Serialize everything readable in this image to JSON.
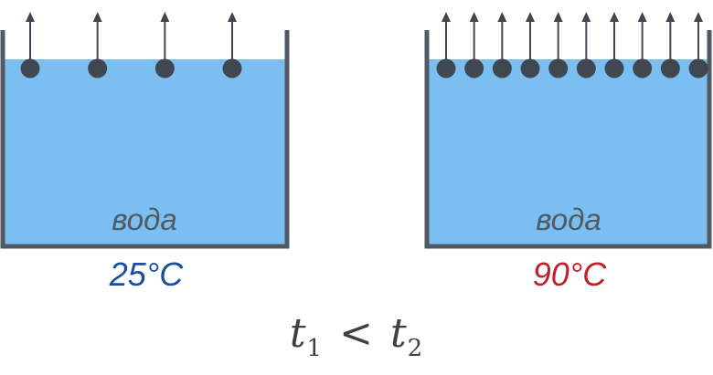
{
  "containers": [
    {
      "id": "left",
      "liquid_label": "вода",
      "temperature": "25°C",
      "temperature_color": "#1a4fa0",
      "molecule_count": 4,
      "arrow_count": 4
    },
    {
      "id": "right",
      "liquid_label": "вода",
      "temperature": "90°C",
      "temperature_color": "#c0202e",
      "molecule_count": 10,
      "arrow_count": 10
    }
  ],
  "formula": {
    "left_var": "t",
    "left_sub": "1",
    "operator": "<",
    "right_var": "t",
    "right_sub": "2"
  },
  "colors": {
    "water": "#7bbff2",
    "wall": "#515a62",
    "molecule": "#3f4850",
    "arrow": "#3f4850"
  },
  "icons": [
    "molecule-dot",
    "arrow-up-icon"
  ]
}
